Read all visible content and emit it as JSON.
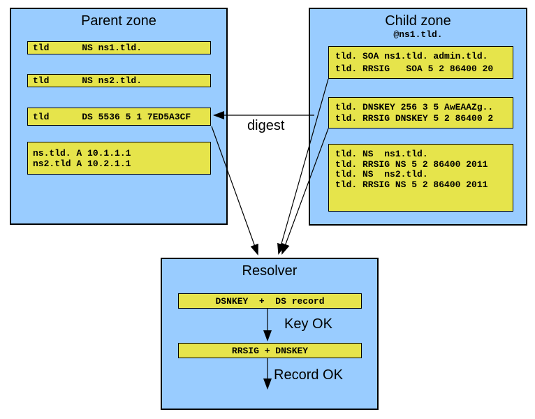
{
  "colors": {
    "zone_fill": "#99ccff",
    "record_fill": "#e6e44b",
    "line_color": "#000000"
  },
  "parent_zone": {
    "title": "Parent zone",
    "records": {
      "ns1": "tld      NS ns1.tld.",
      "ns2": "tld      NS ns2.tld.",
      "ds": "tld      DS 5536 5 1 7ED5A3CF",
      "a1": "ns.tld. A 10.1.1.1",
      "a2": "ns2.tld A 10.2.1.1"
    }
  },
  "child_zone": {
    "title": "Child zone",
    "subtitle": "@ns1.tld.",
    "records": {
      "soa1": "tld. SOA ns1.tld. admin.tld.",
      "soa2": "tld. RRSIG   SOA 5 2 86400 20",
      "dnskey1": "tld. DNSKEY 256 3 5 AwEAAZg..",
      "dnskey2": "tld. RRSIG DNSKEY 5 2 86400 2",
      "ns1": "tld. NS  ns1.tld.",
      "ns2": "tld. RRSIG NS 5 2 86400 2011",
      "ns3": "tld. NS  ns2.tld.",
      "ns4": "tld. RRSIG NS 5 2 86400 2011"
    }
  },
  "resolver": {
    "title": "Resolver",
    "check1": "DSNKEY  +  DS record",
    "check2": "RRSIG + DNSKEY",
    "key_ok_label": "Key OK",
    "record_ok_label": "Record OK"
  },
  "labels": {
    "digest": "digest"
  }
}
